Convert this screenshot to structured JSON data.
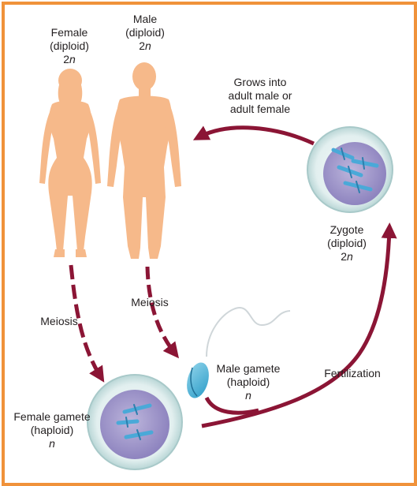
{
  "colors": {
    "frame": "#f0923a",
    "arrow": "#8b1535",
    "skin": "#f6b98a",
    "nucleus": "#a9a0ce",
    "chromosome": "#4aa9d8",
    "cell_membrane": "#cde5e5"
  },
  "labels": {
    "female": {
      "line1": "Female",
      "line2": "(diploid)",
      "ploidy_num": "2",
      "ploidy_var": "n"
    },
    "male": {
      "line1": "Male",
      "line2": "(diploid)",
      "ploidy_num": "2",
      "ploidy_var": "n"
    },
    "grows": {
      "line1": "Grows into",
      "line2": "adult male or",
      "line3": "adult female"
    },
    "zygote": {
      "line1": "Zygote",
      "line2": "(diploid)",
      "ploidy_num": "2",
      "ploidy_var": "n"
    },
    "meiosis_left": "Meiosis",
    "meiosis_right": "Meiosis",
    "male_gamete": {
      "line1": "Male gamete",
      "line2": "(haploid)",
      "ploidy_var": "n"
    },
    "fertilization": "Fertilization",
    "female_gamete": {
      "line1": "Female gamete",
      "line2": "(haploid)",
      "ploidy_var": "n"
    }
  }
}
